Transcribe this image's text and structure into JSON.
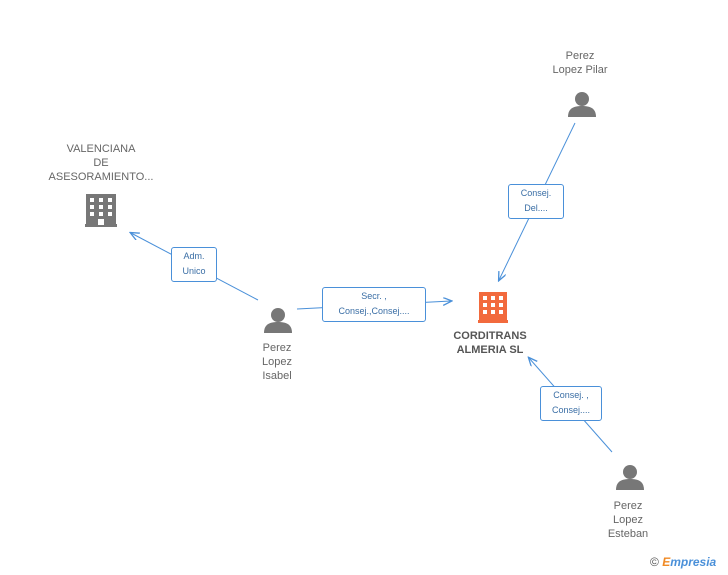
{
  "colors": {
    "edge": "#4a90d9",
    "person": "#777777",
    "company": "#777777",
    "main_company": "#f26a3d"
  },
  "nodes": {
    "valenciana": {
      "label": "VALENCIANA\nDE\nASESORAMIENTO...",
      "icon": "building-icon"
    },
    "corditrans": {
      "label": "CORDITRANS\nALMERIA SL",
      "icon": "building-icon"
    },
    "pilar": {
      "label": "Perez\nLopez Pilar",
      "icon": "person-icon"
    },
    "isabel": {
      "label": "Perez\nLopez\nIsabel",
      "icon": "person-icon"
    },
    "esteban": {
      "label": "Perez\nLopez\nEsteban",
      "icon": "person-icon"
    }
  },
  "edges": {
    "isabel_valenciana": "Adm.\nUnico",
    "isabel_corditrans": "Secr. ,\nConsej.,Consej....",
    "pilar_corditrans": "Consej.\nDel....",
    "esteban_corditrans": "Consej. ,\nConsej...."
  },
  "footer": {
    "copyright": "©",
    "brand_e": "E",
    "brand_rest": "mpresia"
  }
}
